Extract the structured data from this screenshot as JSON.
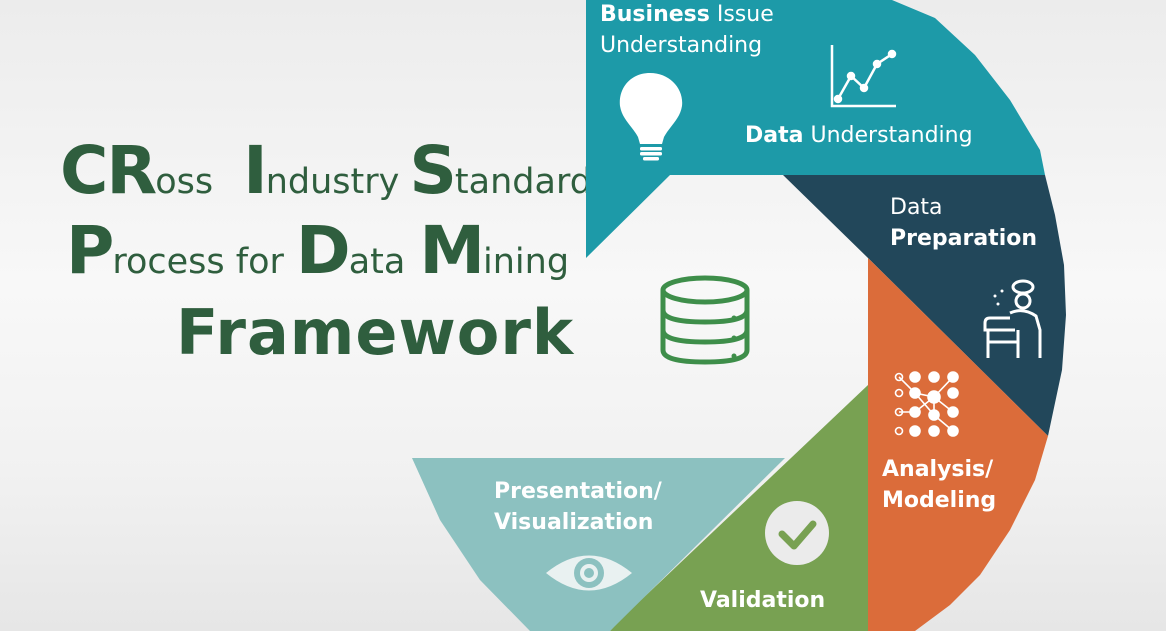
{
  "title": {
    "line1": [
      {
        "big": "CR",
        "small": "oss"
      },
      {
        "big": "I",
        "small": "ndustry"
      },
      {
        "big": "S",
        "small": "tandard"
      }
    ],
    "line2": [
      {
        "big": "P",
        "small": "rocess for"
      },
      {
        "big": "D",
        "small": "ata"
      },
      {
        "big": "M",
        "small": "ining"
      }
    ],
    "line3": "Framework"
  },
  "segments": {
    "business": {
      "bold": "Business",
      "rest": " Issue",
      "line2": "Understanding",
      "color": "#1d9aa8",
      "icon": "lightbulb-icon"
    },
    "data_understanding": {
      "bold": "Data",
      "rest": " Understanding",
      "color": "#1d9aa8",
      "icon": "line-chart-icon"
    },
    "preparation": {
      "line1": "Data",
      "bold": "Preparation",
      "color": "#22475a",
      "icon": "chef-icon"
    },
    "analysis": {
      "line1": "Analysis/",
      "line2": "Modeling",
      "color": "#db6c3a",
      "icon": "network-icon"
    },
    "validation": {
      "label": "Validation",
      "color": "#78a152",
      "icon": "checkmark-icon"
    },
    "presentation": {
      "line1": "Presentation/",
      "line2": "Visualization",
      "color": "#8cc1c0",
      "icon": "eye-icon"
    }
  },
  "center": {
    "icon": "database-icon",
    "color": "#3e8e4a"
  }
}
